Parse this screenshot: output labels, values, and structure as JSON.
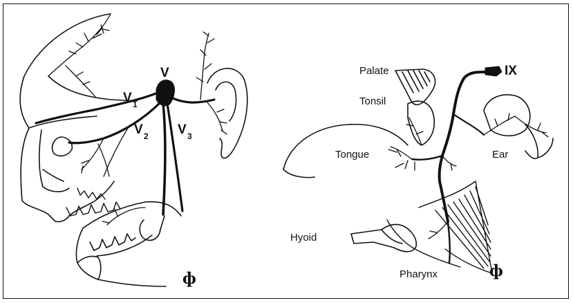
{
  "left_figure": {
    "labels": {
      "v": "V",
      "v1": "V",
      "v1_sub": "1",
      "v2": "V",
      "v2_sub": "2",
      "v3": "V",
      "v3_sub": "3",
      "phi": "ф"
    }
  },
  "right_figure": {
    "labels": {
      "palate": "Palate",
      "ix": "IX",
      "tonsil": "Tonsil",
      "tongue": "Tongue",
      "ear": "Ear",
      "hyoid": "Hyoid",
      "pharynx": "Pharynx",
      "phi": "ф"
    }
  }
}
